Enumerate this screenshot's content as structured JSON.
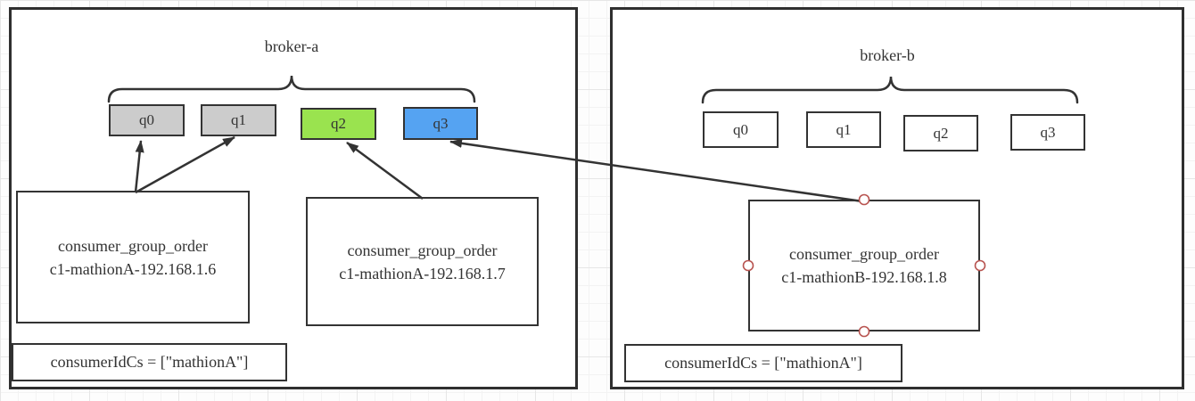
{
  "diagram": {
    "brokers": [
      {
        "title": "broker-a",
        "queues": [
          {
            "label": "q0",
            "fill": "#cccccc"
          },
          {
            "label": "q1",
            "fill": "#cccccc"
          },
          {
            "label": "q2",
            "fill": "#9ae34f"
          },
          {
            "label": "q3",
            "fill": "#55a3f2"
          }
        ],
        "consumer_groups": [
          {
            "line1": "consumer_group_order",
            "line2": "c1-mathionA-192.168.1.6"
          },
          {
            "line1": "consumer_group_order",
            "line2": "c1-mathionA-192.168.1.7"
          }
        ],
        "note": "consumerIdCs = [\"mathionA\"]"
      },
      {
        "title": "broker-b",
        "queues": [
          {
            "label": "q0",
            "fill": "#ffffff"
          },
          {
            "label": "q1",
            "fill": "#ffffff"
          },
          {
            "label": "q2",
            "fill": "#ffffff"
          },
          {
            "label": "q3",
            "fill": "#ffffff"
          }
        ],
        "consumer_groups": [
          {
            "line1": "consumer_group_order",
            "line2": "c1-mathionB-192.168.1.8"
          }
        ],
        "note": "consumerIdCs = [\"mathionA\"]"
      }
    ],
    "colors": {
      "stroke": "#333333",
      "queue_gray": "#cccccc",
      "queue_green": "#9ae34f",
      "queue_blue": "#55a3f2",
      "handle_stroke": "#b85450"
    }
  }
}
